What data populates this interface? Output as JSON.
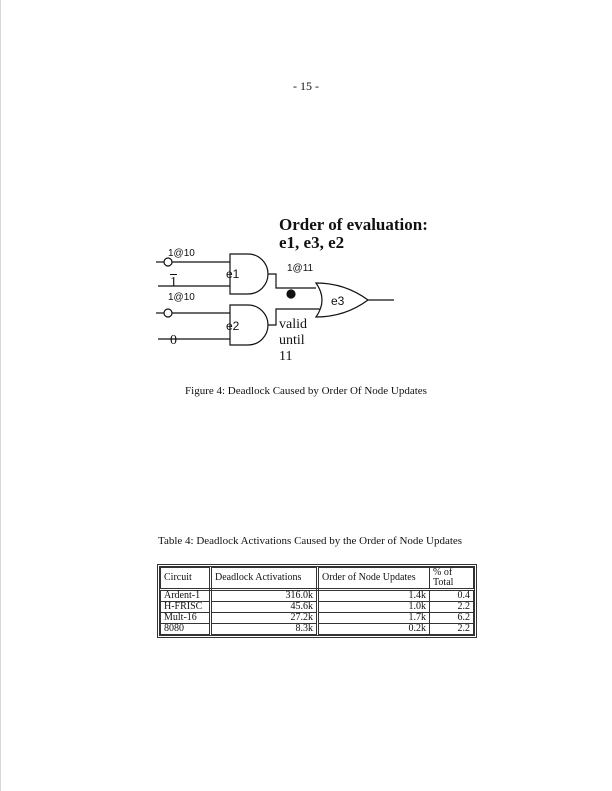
{
  "page_number": "- 15 -",
  "figure": {
    "title_line1": "Order of evaluation:",
    "title_line2": "e1, e3, e2",
    "input_top_label": "1@10",
    "input_one_label": "1",
    "input_mid_label": "1@10",
    "input_zero_label": "0",
    "gate_e1": "e1",
    "gate_e2": "e2",
    "gate_e3": "e3",
    "node_label": "1@11",
    "valid_line1": "valid",
    "valid_line2": "until",
    "valid_line3": "11",
    "caption": "Figure 4: Deadlock Caused by Order Of Node Updates"
  },
  "table": {
    "caption": "Table 4: Deadlock Activations Caused by the Order of Node Updates",
    "headers": [
      "Circuit",
      "Deadlock Activations",
      "Order of Node Updates",
      "% of Total"
    ],
    "rows": [
      [
        "Ardent-1",
        "316.0k",
        "1.4k",
        "0.4"
      ],
      [
        "H-FRISC",
        "45.6k",
        "1.0k",
        "2.2"
      ],
      [
        "Mult-16",
        "27.2k",
        "1.7k",
        "6.2"
      ],
      [
        "8080",
        "8.3k",
        "0.2k",
        "2.2"
      ]
    ]
  }
}
